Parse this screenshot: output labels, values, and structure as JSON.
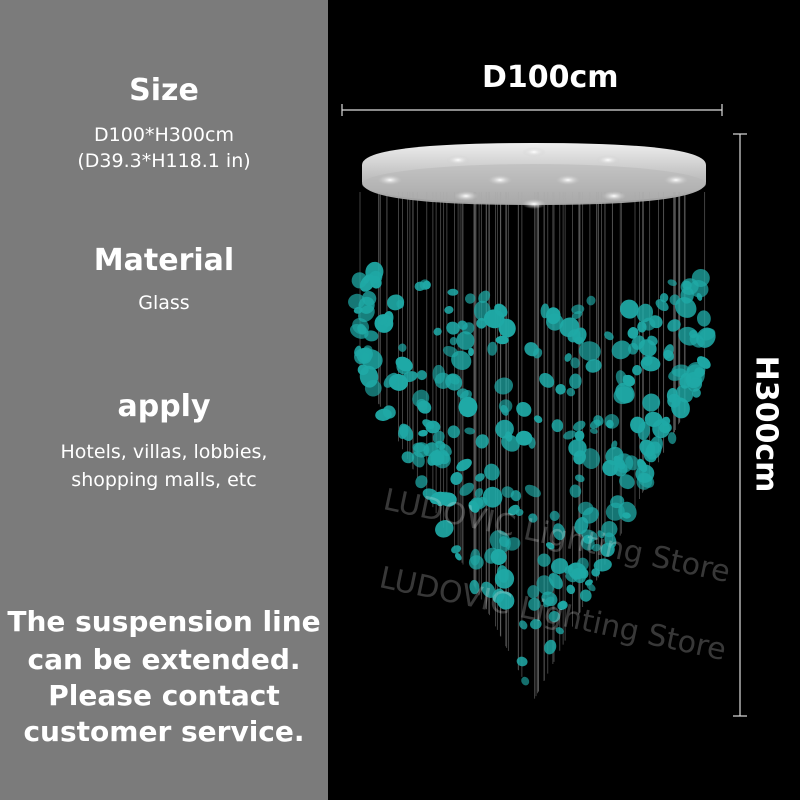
{
  "specs": [
    {
      "heading": "Size",
      "lines": [
        "D100*H300cm",
        "(D39.3*H118.1 in)"
      ]
    },
    {
      "heading": "Material",
      "lines": [
        "Glass"
      ]
    },
    {
      "heading": "apply",
      "lines": [
        "Hotels, villas, lobbies,",
        "shopping malls, etc"
      ]
    }
  ],
  "notice": {
    "lines": [
      "The suspension line",
      "can be extended.",
      "Please contact",
      "customer service."
    ]
  },
  "dimensions": {
    "width_label": "D100cm",
    "height_label": "H300cm"
  },
  "watermark": {
    "text": "LUDOVIC Lighting Store"
  },
  "colors": {
    "panel": "#7b7b7b",
    "background": "#000000",
    "glass": "#1fa9a6",
    "canopy": "#cfcfcf"
  }
}
